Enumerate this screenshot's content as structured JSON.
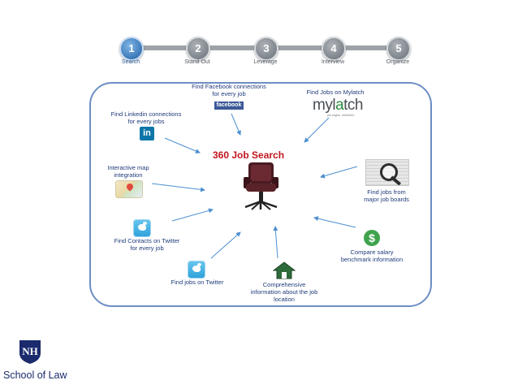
{
  "steps": [
    {
      "number": "1",
      "label": "Search",
      "active": true
    },
    {
      "number": "2",
      "label": "Stand Out",
      "active": false
    },
    {
      "number": "3",
      "label": "Leverage",
      "active": false
    },
    {
      "number": "4",
      "label": "Interview",
      "active": false
    },
    {
      "number": "5",
      "label": "Organize",
      "active": false
    }
  ],
  "diagram": {
    "title": "360 Job Search",
    "nodes": {
      "facebook": {
        "label_line1": "Find Facebook connections",
        "label_line2": "for every job",
        "logo": "facebook"
      },
      "mylatch": {
        "label": "Find Jobs on Mylatch",
        "logo_prefix": "myl",
        "logo_highlight": "a",
        "logo_suffix": "tch",
        "tagline": "job engine, redefined."
      },
      "linkedin": {
        "label_line1": "Find Linkedin connections",
        "label_line2": "for every jobs",
        "logo": "in"
      },
      "map": {
        "label_line1": "Interactive map",
        "label_line2": "integration"
      },
      "job_boards": {
        "label_line1": "Find jobs from",
        "label_line2": "major job boards"
      },
      "twitter_contacts": {
        "label_line1": "Find Contacts on Twitter",
        "label_line2": "for every job"
      },
      "salary": {
        "label_line1": "Compare salary",
        "label_line2": "benchmark information"
      },
      "twitter_jobs": {
        "label": "Find jobs on Twitter"
      },
      "location": {
        "label_line1": "Comprehensive",
        "label_line2": "information about the job",
        "label_line3": "location"
      }
    }
  },
  "branding": {
    "school": "School of Law",
    "logo_letters": "NH"
  },
  "icons": {
    "center": "office-chair-icon",
    "facebook": "facebook-logo",
    "linkedin": "linkedin-logo",
    "twitter": "twitter-icon",
    "map": "map-icon",
    "magnifier": "magnifier-icon",
    "dollar": "dollar-icon",
    "house": "house-icon"
  },
  "colors": {
    "frame": "#6c8ec4",
    "title": "#c0161f",
    "label": "#1f3b7a",
    "active_step": "#3d78b8",
    "inactive_step": "#7d848b",
    "arrow": "#4d8fd0"
  }
}
